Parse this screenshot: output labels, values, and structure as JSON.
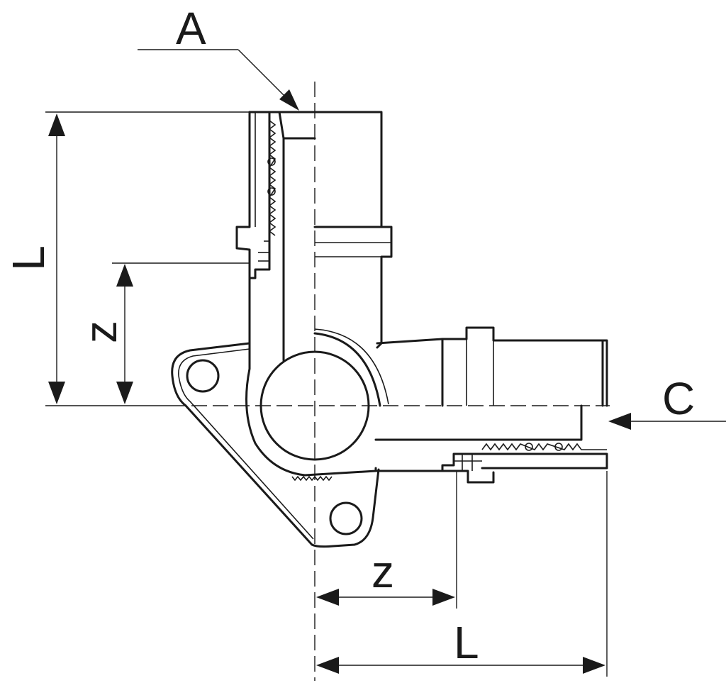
{
  "labels": {
    "A": "A",
    "C": "C",
    "L_vertical": "L",
    "z_vertical": "z",
    "z_horizontal": "z",
    "L_horizontal": "L"
  },
  "colors": {
    "line": "#1a1a1a",
    "background": "#ffffff"
  }
}
